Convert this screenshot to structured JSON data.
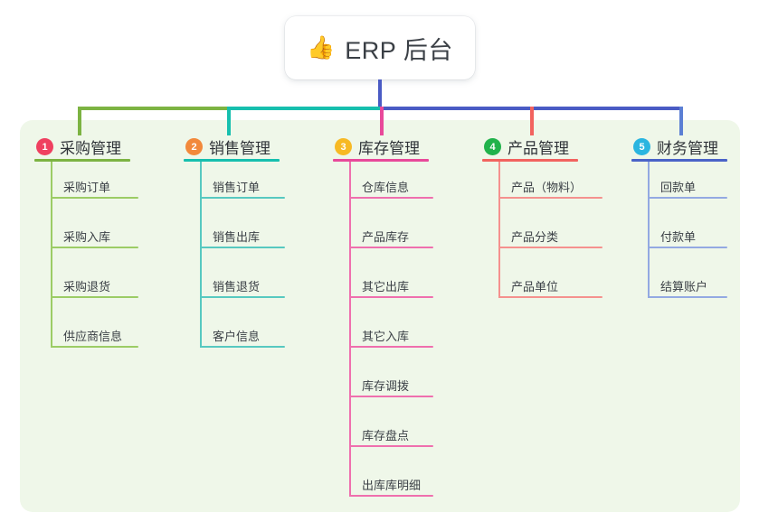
{
  "root": {
    "icon": "thumbs-up-icon",
    "emoji": "👍",
    "title": "ERP 后台"
  },
  "canvas": {
    "background": "#eff7e9"
  },
  "connector": {
    "stem_color": "#4a5bc4",
    "segments": [
      {
        "color": "#7cb342"
      },
      {
        "color": "#16bfae"
      },
      {
        "color": "#4a5bc4"
      },
      {
        "color": "#4a5bc4"
      }
    ],
    "drops": [
      {
        "color": "#7cb342"
      },
      {
        "color": "#16bfae"
      },
      {
        "color": "#e8499a"
      },
      {
        "color": "#f2635f"
      },
      {
        "color": "#5b7fd4"
      }
    ]
  },
  "branches": [
    {
      "number": "1",
      "title": "采购管理",
      "badge_color": "#ef4060",
      "rule_color": "#7cb342",
      "line_color": "#9ccc65",
      "items": [
        {
          "label": "采购订单"
        },
        {
          "label": "采购入库"
        },
        {
          "label": "采购退货"
        },
        {
          "label": "供应商信息"
        }
      ]
    },
    {
      "number": "2",
      "title": "销售管理",
      "badge_color": "#f2893b",
      "rule_color": "#16bfae",
      "line_color": "#57c9c0",
      "items": [
        {
          "label": "销售订单"
        },
        {
          "label": "销售出库"
        },
        {
          "label": "销售退货"
        },
        {
          "label": "客户信息"
        }
      ]
    },
    {
      "number": "3",
      "title": "库存管理",
      "badge_color": "#f7b924",
      "rule_color": "#e8499a",
      "line_color": "#ef6fae",
      "items": [
        {
          "label": "仓库信息"
        },
        {
          "label": "产品库存"
        },
        {
          "label": "其它出库"
        },
        {
          "label": "其它入库"
        },
        {
          "label": "库存调拨"
        },
        {
          "label": "库存盘点"
        },
        {
          "label": "出库库明细"
        }
      ]
    },
    {
      "number": "4",
      "title": "产品管理",
      "badge_color": "#21b24b",
      "rule_color": "#f2635f",
      "line_color": "#f5918e",
      "items": [
        {
          "label": "产品（物料）"
        },
        {
          "label": "产品分类"
        },
        {
          "label": "产品单位"
        }
      ]
    },
    {
      "number": "5",
      "title": "财务管理",
      "badge_color": "#2ab5e0",
      "rule_color": "#4a63c8",
      "line_color": "#93a9e2",
      "items": [
        {
          "label": "回款单"
        },
        {
          "label": "付款单"
        },
        {
          "label": "结算账户"
        }
      ]
    }
  ]
}
